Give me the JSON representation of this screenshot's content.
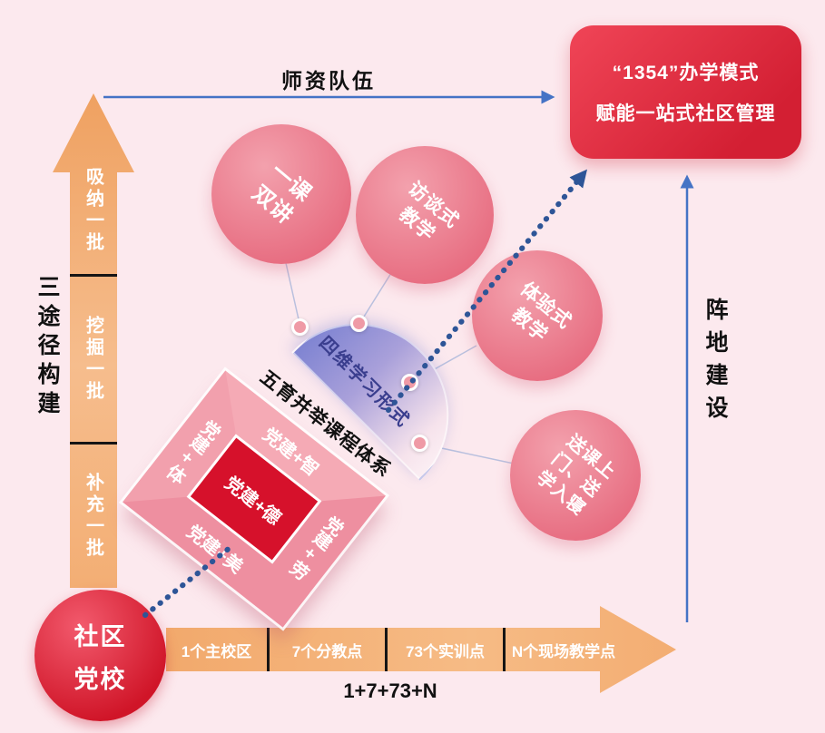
{
  "colors": {
    "background": "#fce9ee",
    "accent_red": "#d6112b",
    "box_pink": "#ee8fa0",
    "circle_pink": "#e76c80",
    "orange_arrow": "#f4b27b",
    "blue_arrow": "#4573c5",
    "dotted_navy": "#2e5597",
    "fan_purple": "#7f84d2",
    "fan_text": "#3a3e8e"
  },
  "header": {
    "teachers_label": "师资队伍",
    "goal_line1": "“1354”办学模式",
    "goal_line2": "赋能一站式社区管理"
  },
  "axes": {
    "left_title": "三途径构建",
    "right_title": "阵地建设"
  },
  "left_arrow": {
    "segments": [
      "吸纳一批",
      "挖掘一批",
      "补充一批"
    ]
  },
  "school": {
    "line1": "社区",
    "line2": "党校"
  },
  "bottom_arrow": {
    "segments": [
      "1个主校区",
      "7个分教点",
      "73个实训点",
      "N个现场教学点"
    ],
    "caption": "1+7+73+N"
  },
  "course_box": {
    "outer_label": "五育并举课程体系",
    "center": "党建+德",
    "face_top": "党建+智",
    "face_left": "党建+体",
    "face_right": "党建+劳",
    "face_bottom": "党建+美"
  },
  "fan": {
    "label": "四维学习形式"
  },
  "methods": [
    {
      "lines": [
        "一课",
        "双讲"
      ]
    },
    {
      "lines": [
        "访谈式",
        "教学"
      ]
    },
    {
      "lines": [
        "体验式",
        "教学"
      ]
    },
    {
      "lines": [
        "送课上",
        "门、送",
        "学入寝"
      ]
    }
  ]
}
